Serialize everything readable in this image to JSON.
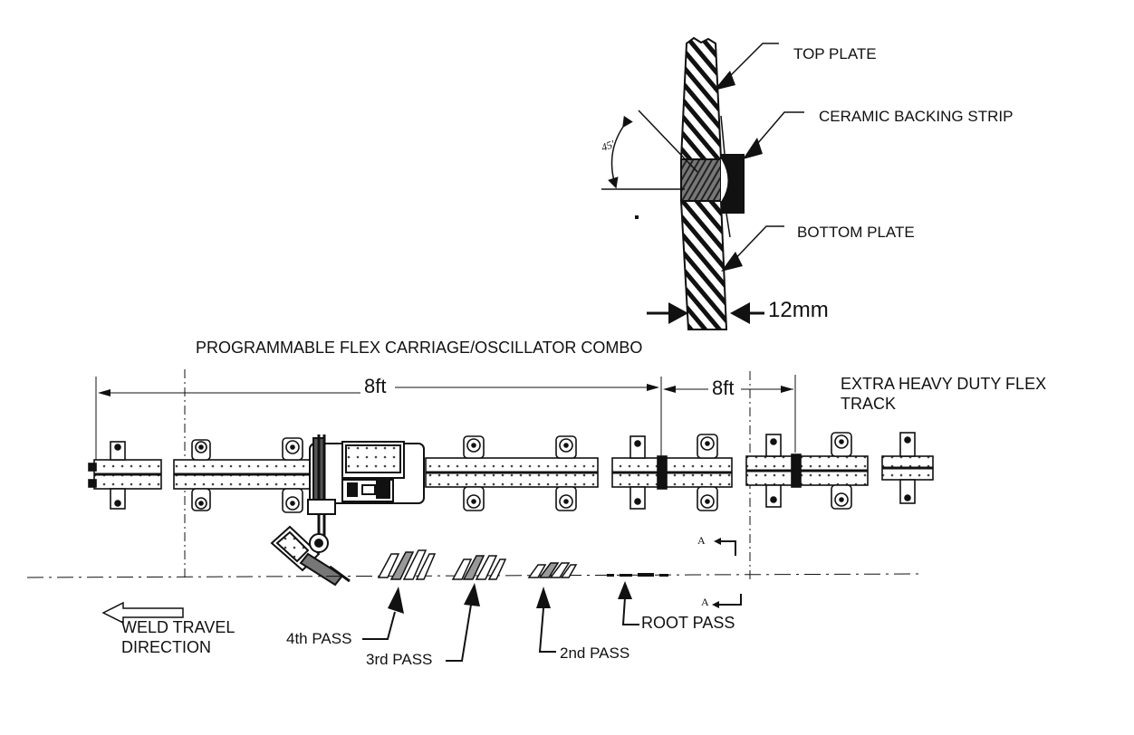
{
  "section_view": {
    "angle": "45'",
    "top_plate": "TOP PLATE",
    "ceramic_backing_strip": "CERAMIC BACKING STRIP",
    "bottom_plate": "BOTTOM PLATE",
    "thickness": "12mm"
  },
  "carriage": {
    "title": "PROGRAMMABLE FLEX CARRIAGE/OSCILLATOR COMBO",
    "dim_track_1": "8ft",
    "dim_track_2": "8ft",
    "track_label_line1": "EXTRA HEAVY DUTY FLEX",
    "track_label_line2": "TRACK",
    "section_mark_top": "A",
    "section_mark_bottom": "A"
  },
  "weld": {
    "direction_line1": "WELD TRAVEL",
    "direction_line2": "DIRECTION",
    "pass_4": "4th PASS",
    "pass_3": "3rd PASS",
    "pass_2": "2nd PASS",
    "pass_root": "ROOT PASS"
  },
  "colors": {
    "ink": "#111111",
    "paper": "#ffffff"
  }
}
